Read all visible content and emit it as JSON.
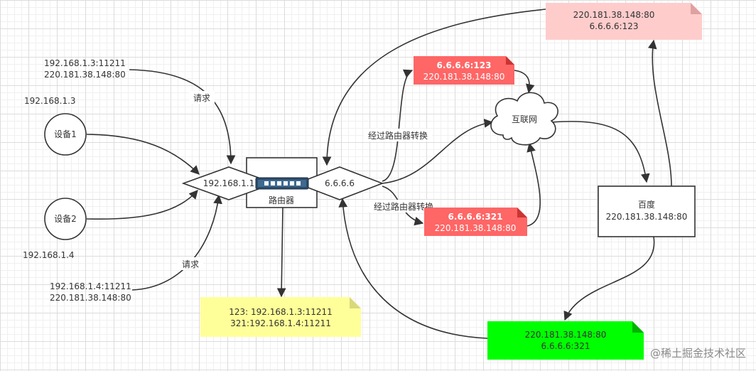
{
  "devices": {
    "device1": {
      "label": "设备1",
      "ip": "192.168.1.3",
      "req_src": "192.168.1.3:11211",
      "req_dst": "220.181.38.148:80"
    },
    "device2": {
      "label": "设备2",
      "ip": "192.168.1.4",
      "req_src": "192.168.1.4:11211",
      "req_dst": "220.181.38.148:80"
    }
  },
  "edge_labels": {
    "request_top": "请求",
    "request_bottom": "请求",
    "translate_top": "经过路由器转换",
    "translate_bottom": "经过路由器转换"
  },
  "router": {
    "label": "路由器",
    "lan_ip": "192.168.1.1",
    "wan_ip": "6.6.6.6"
  },
  "internet": {
    "label": "互联网"
  },
  "server": {
    "name": "百度",
    "address": "220.181.38.148:80"
  },
  "notes": {
    "nat_table": {
      "line1": "123: 192.168.1.3:11211",
      "line2": "321:192.168.1.4:11211",
      "color": "#ffff99"
    },
    "packet_out_1": {
      "line1": "6.6.6.6:123",
      "line2": "220.181.38.148:80",
      "color": "#ff6666"
    },
    "packet_out_2": {
      "line1": "6.6.6.6:321",
      "line2": "220.181.38.148:80",
      "color": "#ff6666"
    },
    "response_1": {
      "line1": "220.181.38.148:80",
      "line2": "6.6.6.6:123",
      "color": "#ffcccc"
    },
    "response_2": {
      "line1": "220.181.38.148:80",
      "line2": "6.6.6.6:321",
      "color": "#00ff00"
    }
  },
  "watermark": "@稀土掘金技术社区"
}
